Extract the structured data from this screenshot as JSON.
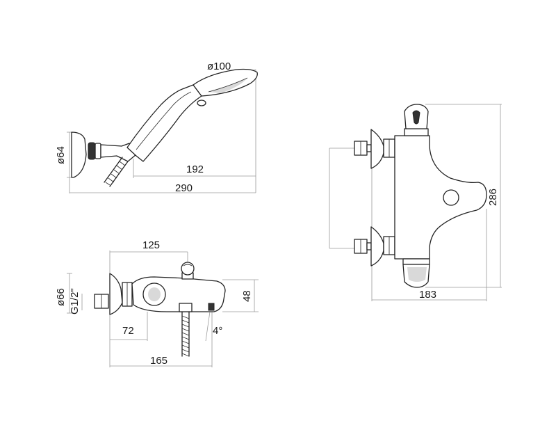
{
  "drawing": {
    "handshower": {
      "dia_head": "ø100",
      "dia_bracket": "ø64",
      "len_hose_offset": "192",
      "len_total": "290"
    },
    "bath_mixer_small": {
      "depth_total": "125",
      "dia_flange": "ø66",
      "thread": "G1/2\"",
      "height_spout": "48",
      "center_offset": "72",
      "angle": "4°",
      "len_total": "165"
    },
    "thermostatic_front": {
      "height_total": "286",
      "width_total": "183"
    }
  }
}
